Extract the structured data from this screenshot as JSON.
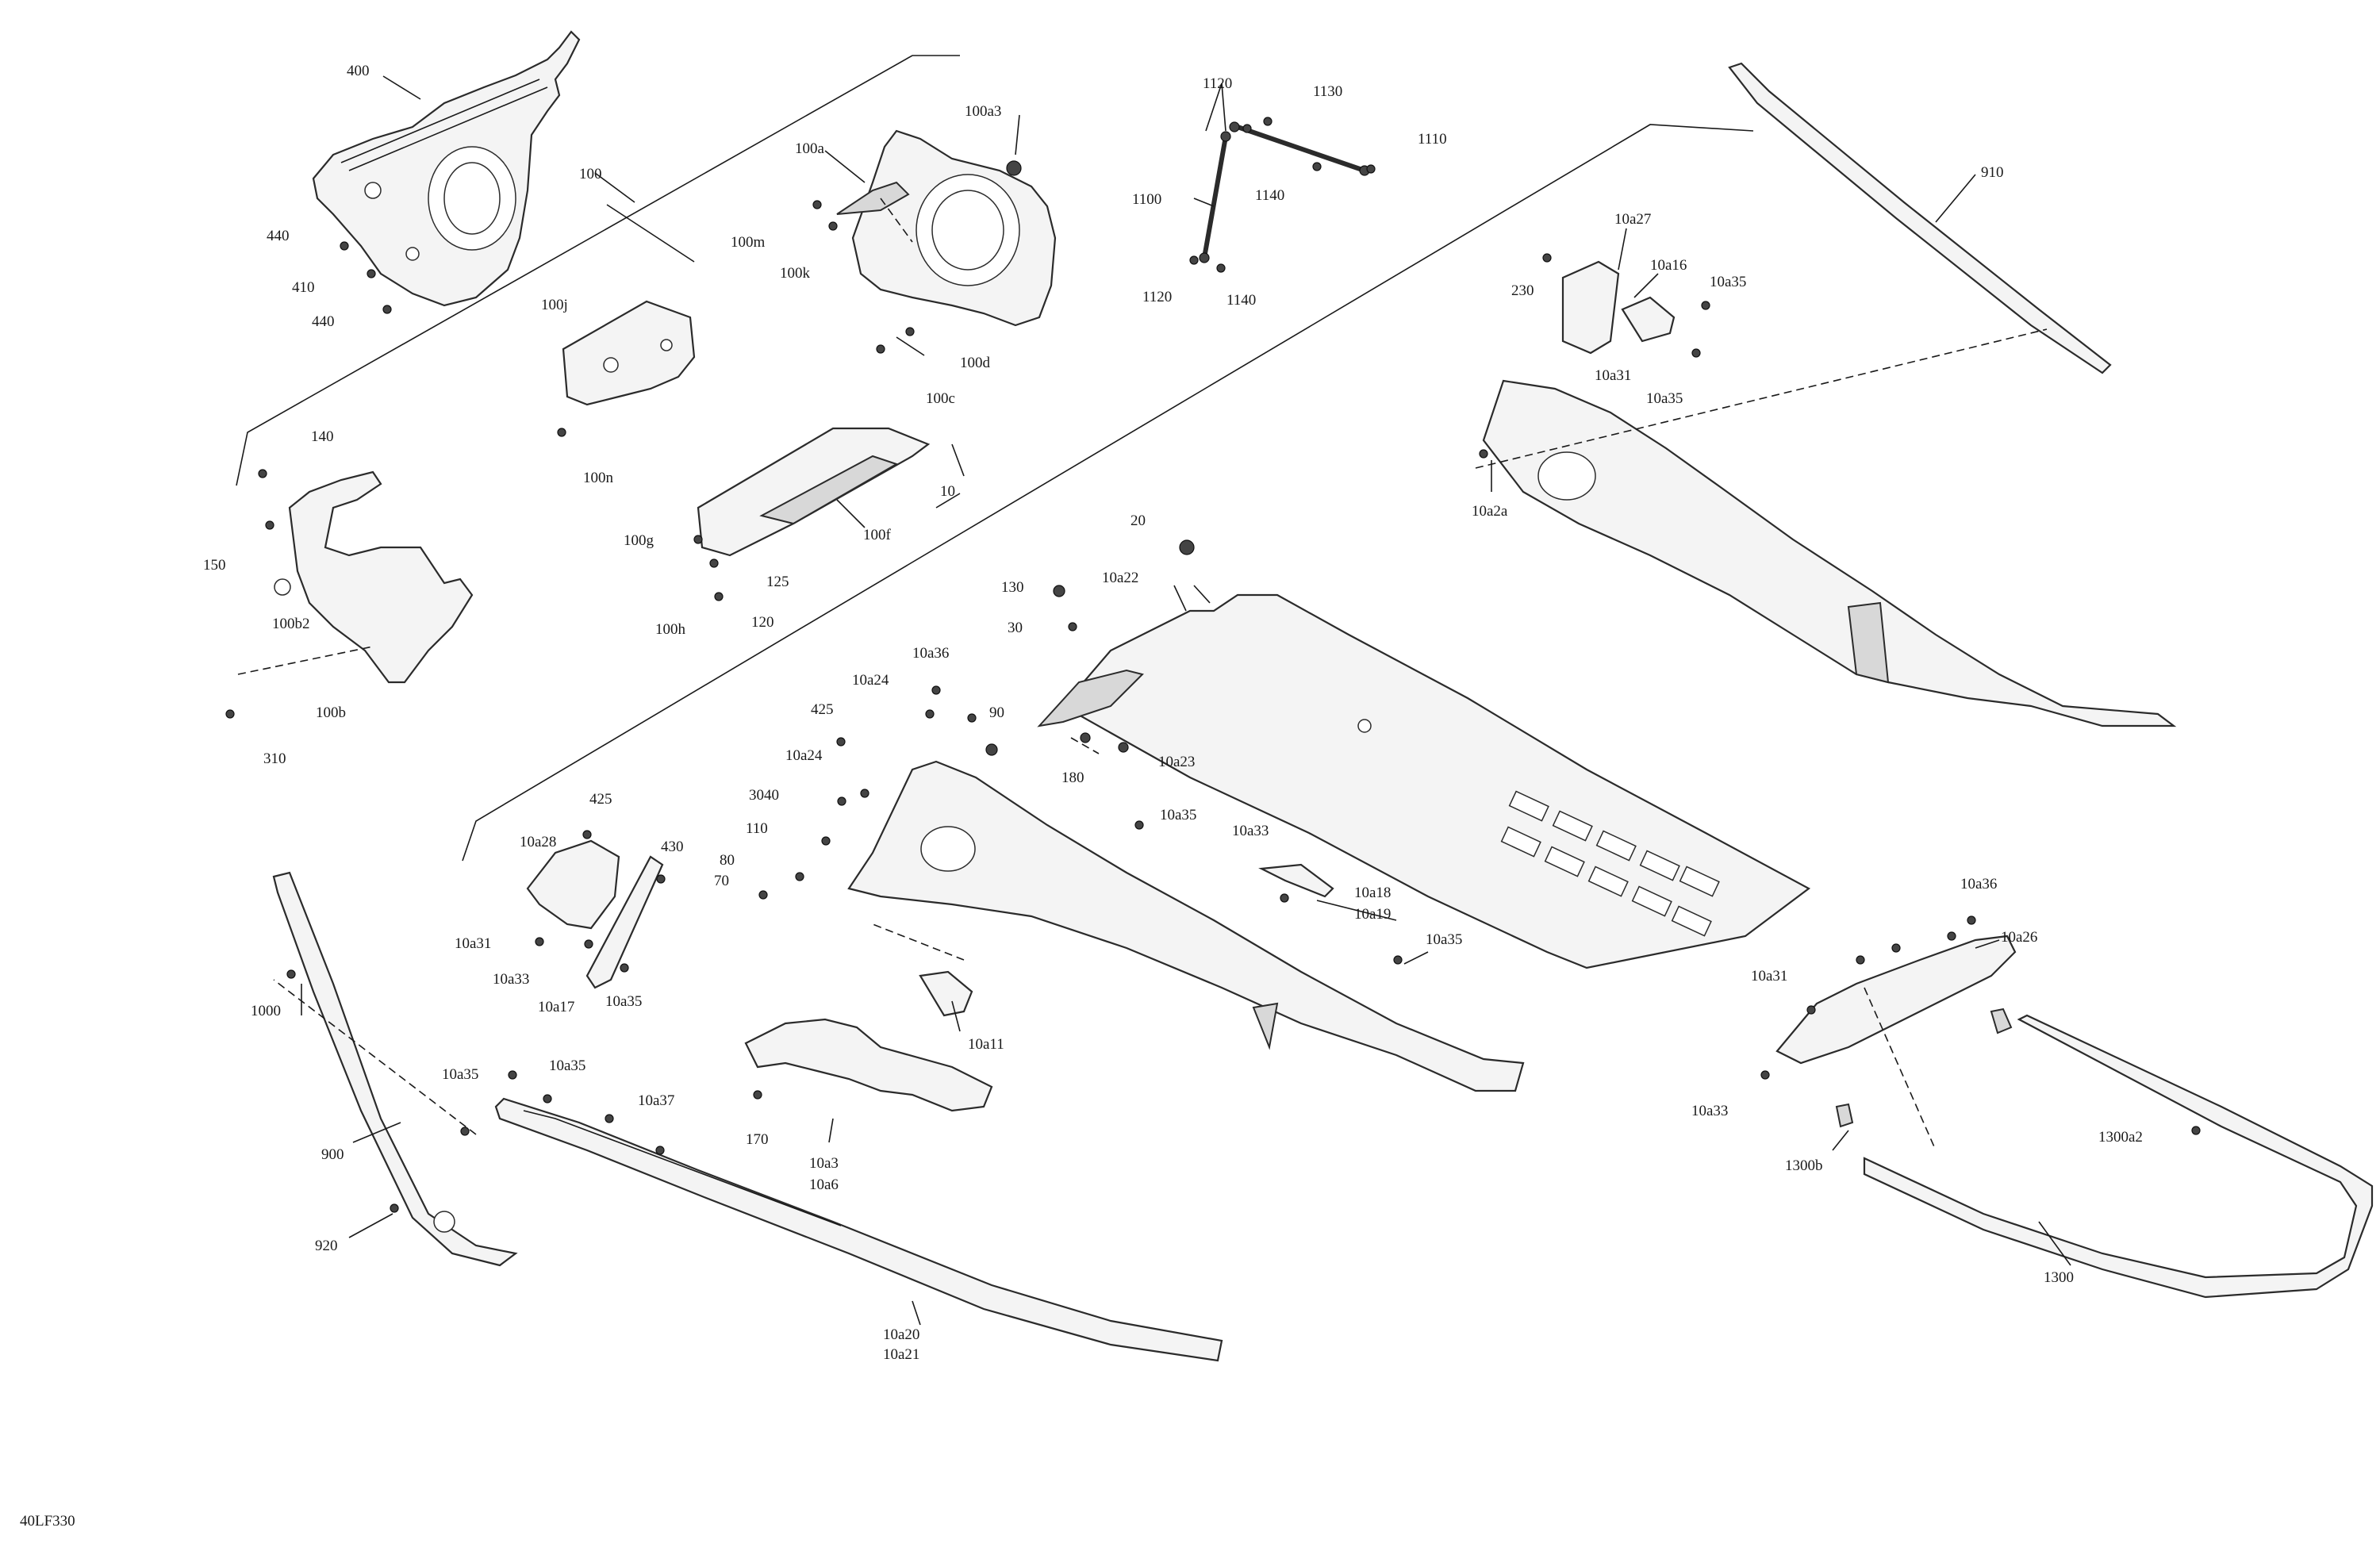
{
  "reference_code": "40LF330",
  "callouts": {
    "c400": "400",
    "c100": "100",
    "c440a": "440",
    "c410": "410",
    "c440b": "440",
    "c100a": "100a",
    "c100a3": "100a3",
    "c100m": "100m",
    "c100k": "100k",
    "c100d": "100d",
    "c100c": "100c",
    "c100j": "100j",
    "c100n": "100n",
    "c100f": "100f",
    "c100g": "100g",
    "c125": "125",
    "c100h": "100h",
    "c120": "120",
    "c140": "140",
    "c150": "150",
    "c100b2": "100b2",
    "c100b": "100b",
    "c310": "310",
    "c1120a": "1120",
    "c1130": "1130",
    "c1110": "1110",
    "c1100": "1100",
    "c1140a": "1140",
    "c1120b": "1120",
    "c1140b": "1140",
    "c10": "10",
    "c910": "910",
    "c10a27": "10a27",
    "c230": "230",
    "c10a16": "10a16",
    "c10a35a": "10a35",
    "c10a31a": "10a31",
    "c10a35b": "10a35",
    "c10a2a": "10a2a",
    "c20": "20",
    "c130": "130",
    "c10a22": "10a22",
    "c30": "30",
    "c180": "180",
    "c10a23": "10a23",
    "c10a36a": "10a36",
    "c10a24a": "10a24",
    "c425a": "425",
    "c90": "90",
    "c10a24b": "10a24",
    "c3040": "3040",
    "c110": "110",
    "c80": "80",
    "c70": "70",
    "c10a35c": "10a35",
    "c10a33a": "10a33",
    "c10a18": "10a18",
    "c10a19": "10a19",
    "c10a35d": "10a35",
    "c10a11": "10a11",
    "c425b": "425",
    "c10a28": "10a28",
    "c430": "430",
    "c10a31b": "10a31",
    "c10a33b": "10a33",
    "c10a17": "10a17",
    "c10a35e": "10a35",
    "c1000": "1000",
    "c900": "900",
    "c920": "920",
    "c10a35f": "10a35",
    "c10a35g": "10a35",
    "c10a37": "10a37",
    "c10a20": "10a20",
    "c10a21": "10a21",
    "c170": "170",
    "c10a3": "10a3",
    "c10a6": "10a6",
    "c10a36b": "10a36",
    "c10a26": "10a26",
    "c10a31c": "10a31",
    "c10a33c": "10a33",
    "c1300b": "1300b",
    "c1300a2": "1300a2",
    "c1300": "1300"
  }
}
